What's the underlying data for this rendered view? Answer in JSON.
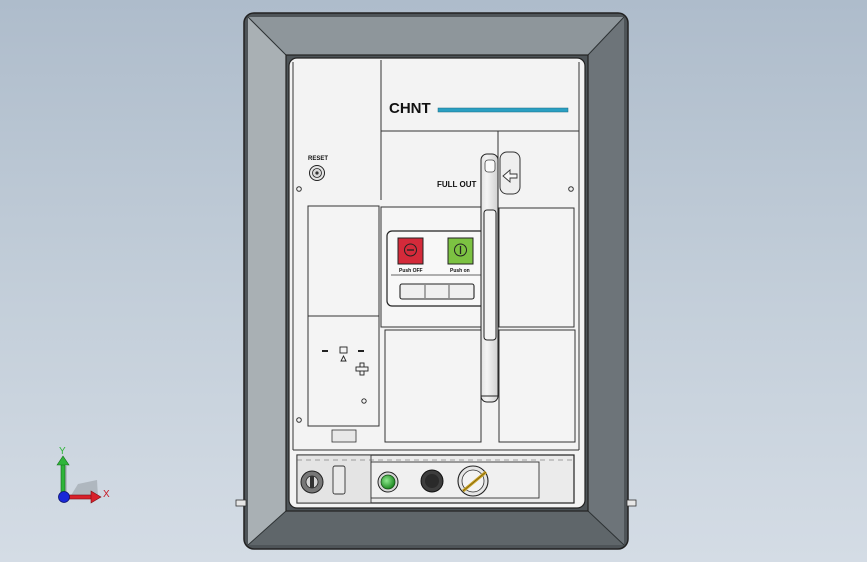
{
  "breaker": {
    "brand": "CHNT",
    "full_out_label": "FULL OUT",
    "reset_label": "RESET",
    "off_label": "Push OFF",
    "on_label": "Push on",
    "off_color": "#d42a3a",
    "on_color": "#7cc242",
    "accent_color": "#2a9fc2"
  },
  "axes": {
    "x_label": "X",
    "y_label": "Y",
    "x_color": "#d8202a",
    "y_color": "#2fb53a",
    "z_color": "#1a28d8"
  },
  "icons": [
    "reset-knob-icon",
    "arrow-left-icon",
    "triangle-symbol-icon",
    "cross-symbol-icon",
    "indicator-light-icon",
    "key-switch-icon",
    "dial-gauge-icon"
  ]
}
